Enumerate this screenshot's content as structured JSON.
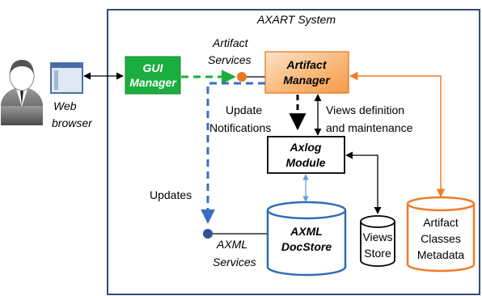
{
  "system": {
    "title": "AXART System"
  },
  "user": {
    "icon": "user-avatar-icon"
  },
  "browser": {
    "icon": "web-browser-icon",
    "label_line1": "Web",
    "label_line2": "browser"
  },
  "gui_manager": {
    "line1": "GUI",
    "line2": "Manager",
    "color": "#1aae3e"
  },
  "artifact_manager": {
    "line1": "Artifact",
    "line2": "Manager",
    "border_color": "#e87722",
    "fill_color": "#f7c28e"
  },
  "artifact_services": {
    "line1": "Artifact",
    "line2": "Services",
    "color": "#e87722"
  },
  "axlog_module": {
    "line1": "Axlog",
    "line2": "Module"
  },
  "axml_docstore": {
    "line1": "AXML",
    "line2": "DocStore",
    "color": "#2f6db5"
  },
  "axml_services": {
    "line1": "AXML",
    "line2": "Services",
    "color": "#3a6fbf"
  },
  "views_store": {
    "line1": "Views",
    "line2": "Store"
  },
  "metadata": {
    "line1": "Artifact",
    "line2": "Classes",
    "line3": "Metadata",
    "color": "#f07c2a"
  },
  "labels": {
    "update_notifications_1": "Update",
    "update_notifications_2": "Notifications",
    "views_definition_1": "Views definition",
    "views_definition_2": "and maintenance",
    "updates": "Updates"
  }
}
